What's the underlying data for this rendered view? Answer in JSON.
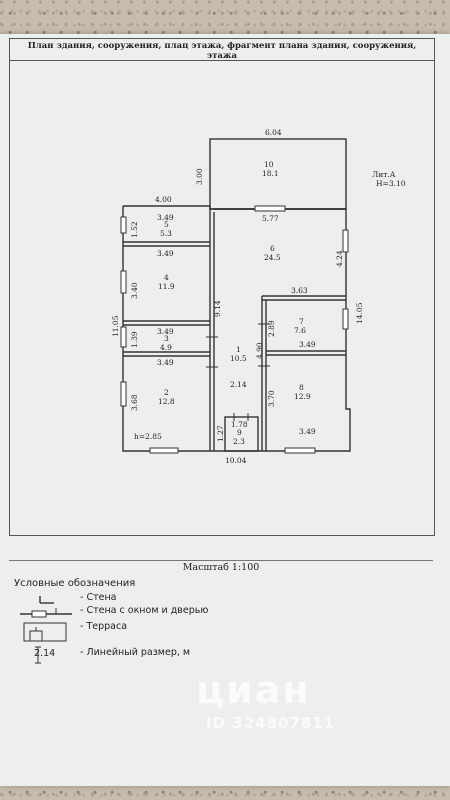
{
  "header_line1": "План здания, сооружения, плац этажа, фрагмент плана здания, сооружения,",
  "header_line2": "этажа",
  "dims": {
    "top_width": "6.04",
    "room10_height": "3.00",
    "left_top": "4.00",
    "right_label_height": "14.05",
    "left_total": "11.05",
    "bottom_total": "10.04",
    "r5_width": "3.49",
    "r5_side": "1.52",
    "r4_width": "3.49",
    "r4_side": "3.40",
    "r3_width": "3.49",
    "r3_side": "1.39",
    "r2_width": "3.49",
    "r2_side": "3.68",
    "r6_top": "5.77",
    "r6_side": "4.24",
    "r7_top": "3.63",
    "r7_side": "2.89",
    "r8_top": "3.49",
    "r8_side": "3.70",
    "r8_bottom": "3.49",
    "corr_length": "9.14",
    "corr_mid": "4.90",
    "corr_width": "2.14",
    "r9_width": "1.78",
    "r9_side": "1.27",
    "ceiling": "h=2.85"
  },
  "liter": {
    "line1": "Лит.А",
    "line2": "Н=3.10"
  },
  "rooms": [
    {
      "num": "10",
      "area": "18.1"
    },
    {
      "num": "5",
      "area": "5.3"
    },
    {
      "num": "4",
      "area": "11.9"
    },
    {
      "num": "3",
      "area": "4.9"
    },
    {
      "num": "2",
      "area": "12.8"
    },
    {
      "num": "6",
      "area": "24.5"
    },
    {
      "num": "7",
      "area": "7.6"
    },
    {
      "num": "1",
      "area": "10.5"
    },
    {
      "num": "8",
      "area": "12.9"
    },
    {
      "num": "9",
      "area": "2.3"
    }
  ],
  "scale": "Масштаб 1:100",
  "legend": {
    "title": "Условные обозначения",
    "wall": "- Стена",
    "window_door": "- Стена с окном и дверью",
    "terrace": "- Терраса",
    "dimension_sample": "2.14",
    "dimension": "- Линейный размер, м"
  },
  "watermark": {
    "logo": "циан",
    "id": "ID 324807811"
  }
}
